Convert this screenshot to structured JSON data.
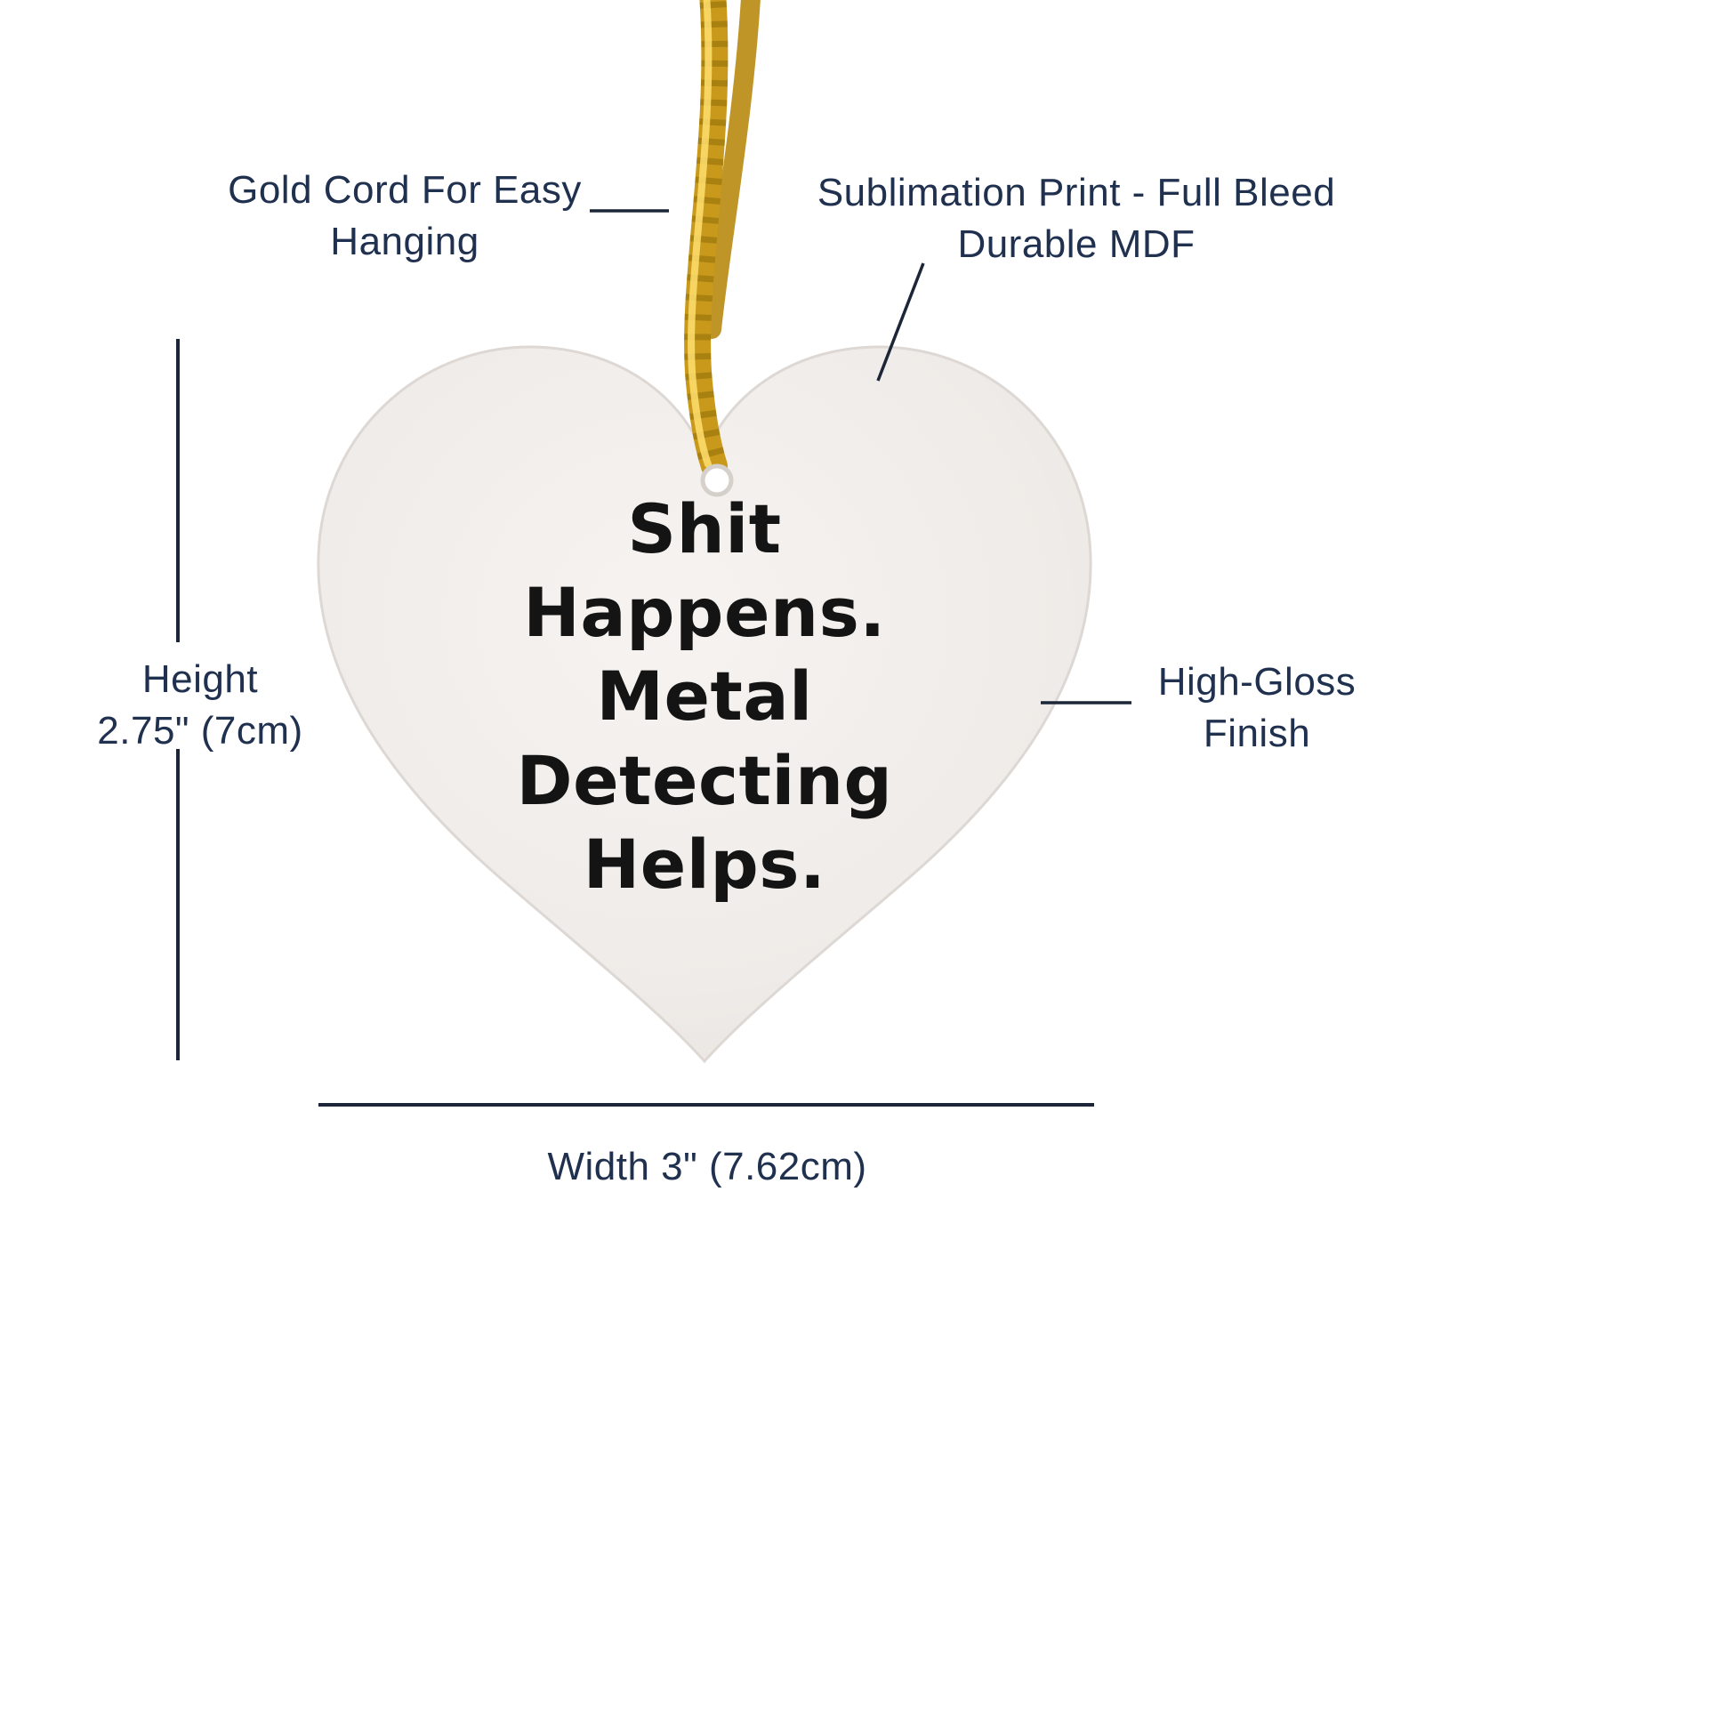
{
  "page": {
    "background_color": "#ffffff"
  },
  "ornament": {
    "shape": "heart",
    "fill_color": "#f0ece9",
    "edge_color": "#ded8d4",
    "text_color": "#141414",
    "quote_lines": [
      "Shit",
      "Happens.",
      "Metal",
      "Detecting",
      "Helps."
    ]
  },
  "cord": {
    "name": "gold-cord",
    "base_color": "#c9991c",
    "highlight_color": "#ffdf6e",
    "shadow_color": "#8f6a05"
  },
  "annotations": {
    "text_color": "#20304f",
    "line_color": "#1c2638",
    "gold_cord": {
      "line1": "Gold Cord For Easy",
      "line2": "Hanging"
    },
    "sublimation": {
      "line1": "Sublimation Print - Full Bleed",
      "line2": "Durable MDF"
    },
    "height": {
      "line1": "Height",
      "line2": "2.75\" (7cm)"
    },
    "high_gloss": {
      "line1": "High-Gloss",
      "line2": "Finish"
    },
    "width": {
      "line1": "Width 3\" (7.62cm)"
    }
  }
}
